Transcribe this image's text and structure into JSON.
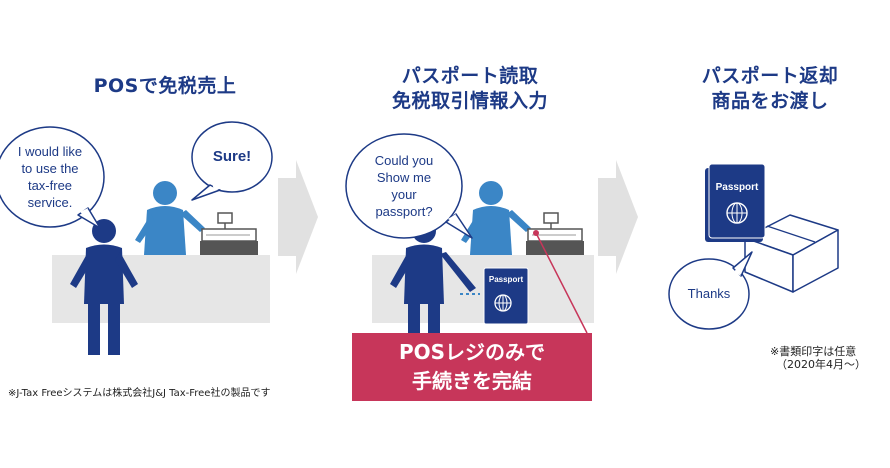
{
  "steps": [
    {
      "title_line1": "POSで免税売上",
      "title_line2": ""
    },
    {
      "title_line1": "パスポート読取",
      "title_line2": "免税取引情報入力"
    },
    {
      "title_line1": "パスポート返却",
      "title_line2": "商品をお渡し"
    }
  ],
  "bubbles": {
    "customer_request": [
      "I would like",
      "to use the",
      "tax-free",
      "service."
    ],
    "clerk_sure": "Sure!",
    "clerk_passport": [
      "Could you",
      "Show me",
      "your",
      "passport?"
    ],
    "customer_thanks": "Thanks"
  },
  "passport_label": "Passport",
  "banner": {
    "line1": "POSレジのみで",
    "line2": "手続きを完結"
  },
  "notes": {
    "trademark": "※J-Tax Freeシステムは株式会社J&J Tax-Free社の製品です",
    "print_line1": "※書類印字は任意",
    "print_line2": "（2020年4月〜）"
  },
  "colors": {
    "navy": "#1d3a86",
    "clerk_blue": "#3b86c6",
    "counter_gray": "#e6e6e6",
    "arrow_gray": "#e1e1e1",
    "banner_red": "#c7365a"
  }
}
